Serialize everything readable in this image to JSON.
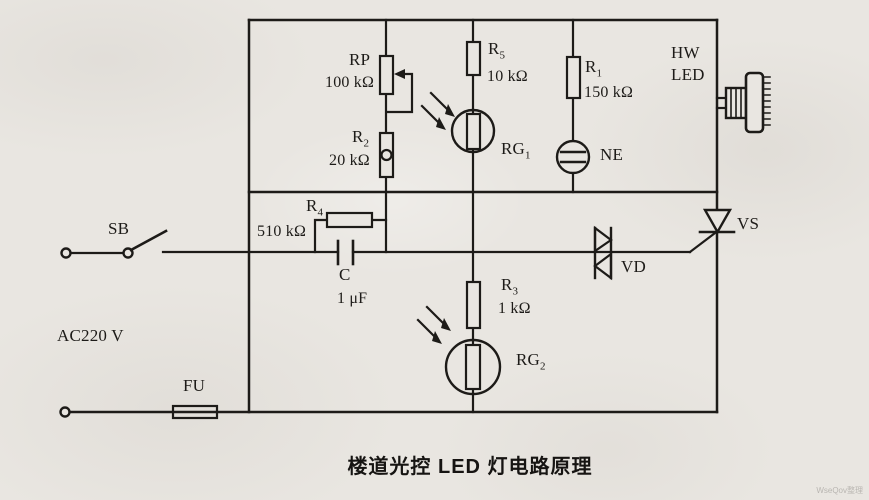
{
  "page": {
    "caption": "楼道光控 LED 灯电路原理",
    "watermark": "WseQov整理"
  },
  "source": {
    "ac_label": "AC220 V",
    "switch_label": "SB",
    "fuse_label": "FU"
  },
  "components": {
    "rp": {
      "name": "RP",
      "value": "100 kΩ"
    },
    "r2": {
      "name": "R",
      "sub": "2",
      "value": "20 kΩ"
    },
    "r5": {
      "name": "R",
      "sub": "5",
      "value": "10 kΩ"
    },
    "r1": {
      "name": "R",
      "sub": "1",
      "value": "150 kΩ"
    },
    "r4": {
      "name": "R",
      "sub": "4",
      "value": "510 kΩ"
    },
    "r3": {
      "name": "R",
      "sub": "3",
      "value": "1 kΩ"
    },
    "rg1": {
      "name": "RG",
      "sub": "1"
    },
    "rg2": {
      "name": "RG",
      "sub": "2"
    },
    "ne": {
      "name": "NE"
    },
    "c": {
      "name": "C",
      "value": "1 μF"
    },
    "vd": {
      "name": "VD"
    },
    "vs": {
      "name": "VS"
    },
    "hw_led": {
      "line1": "HW",
      "line2": "LED"
    }
  },
  "colors": {
    "ink": "#1d1b18",
    "paper": "#e9e6e1"
  }
}
